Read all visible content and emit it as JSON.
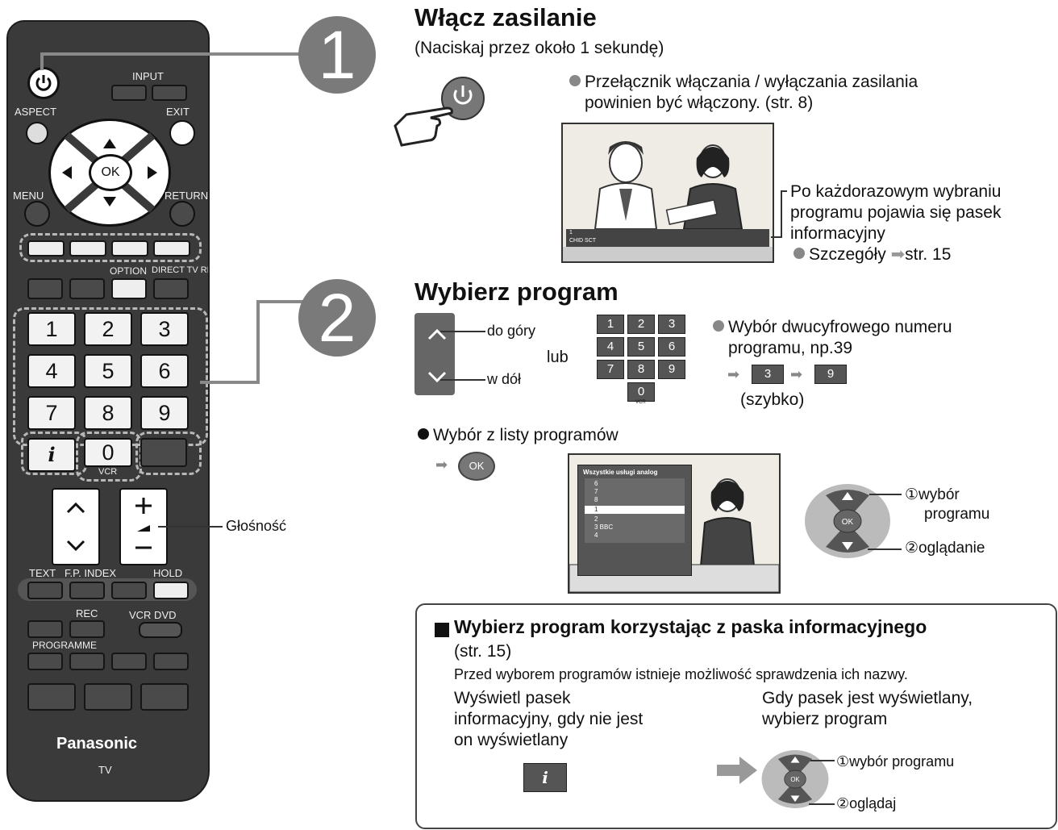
{
  "step1": {
    "number": "1",
    "title": "Włącz zasilanie",
    "subtitle": "(Naciskaj przez około 1 sekundę)",
    "note_line1": "Przełącznik włączania / wyłączania zasilania",
    "note_line2": "powinien być włączony. (str. 8)",
    "info_line1": "Po każdorazowym wybraniu",
    "info_line2": "programu pojawia się pasek",
    "info_line3": "informacyjny",
    "info_detail": "Szczegóły",
    "info_page": "str. 15",
    "tv_channel_num": "1",
    "tv_channel_name": "CHID SCT"
  },
  "step2": {
    "number": "2",
    "title": "Wybierz program",
    "up_label": "do góry",
    "down_label": "w dół",
    "or_label": "lub",
    "keypad": [
      "1",
      "2",
      "3",
      "4",
      "5",
      "6",
      "7",
      "8",
      "9",
      "0"
    ],
    "keypad_sub": "VCR",
    "two_digit_line1": "Wybór dwucyfrowego numeru",
    "two_digit_line2": "programu, np.39",
    "example_key1": "3",
    "example_key2": "9",
    "quickly": "(szybko)",
    "list_label": "Wybór z listy programów",
    "ok_label": "OK",
    "list_title": "Wszystkie usługi analog",
    "list_items": [
      "6",
      "7",
      "8",
      "1",
      "2",
      "3   BBC",
      "4"
    ],
    "select_label1": "wybór",
    "select_label2": "programu",
    "watch_label": "oglądanie",
    "num1": "①",
    "num2": "②"
  },
  "infobar": {
    "title": "Wybierz program korzystając z paska informacyjnego",
    "page_ref": "(str. 15)",
    "intro": "Przed wyborem programów istnieje możliwość sprawdzenia ich nazwy.",
    "left_line1": "Wyświetl pasek",
    "left_line2": "informacyjny, gdy nie jest",
    "left_line3": "on wyświetlany",
    "right_line1": "Gdy pasek jest wyświetlany,",
    "right_line2": "wybierz program",
    "select_label": "wybór programu",
    "watch_label": "oglądaj",
    "info_key": "i",
    "num1": "①",
    "num2": "②"
  },
  "remote": {
    "input": "INPUT",
    "aspect": "ASPECT",
    "exit": "EXIT",
    "ok": "OK",
    "menu": "MENU",
    "return": "RETURN",
    "option": "OPTION",
    "direct_tv_rec": "DIRECT TV REC",
    "keys": [
      "1",
      "2",
      "3",
      "4",
      "5",
      "6",
      "7",
      "8",
      "9",
      "0"
    ],
    "info_key": "i",
    "vcr": "VCR",
    "volume_label": "Głośność",
    "text": "TEXT",
    "fp_index": "F.P. INDEX",
    "hold": "HOLD",
    "rec": "REC",
    "vcr_dvd": "VCR DVD",
    "programme": "PROGRAMME",
    "brand": "Panasonic",
    "tv": "TV"
  }
}
